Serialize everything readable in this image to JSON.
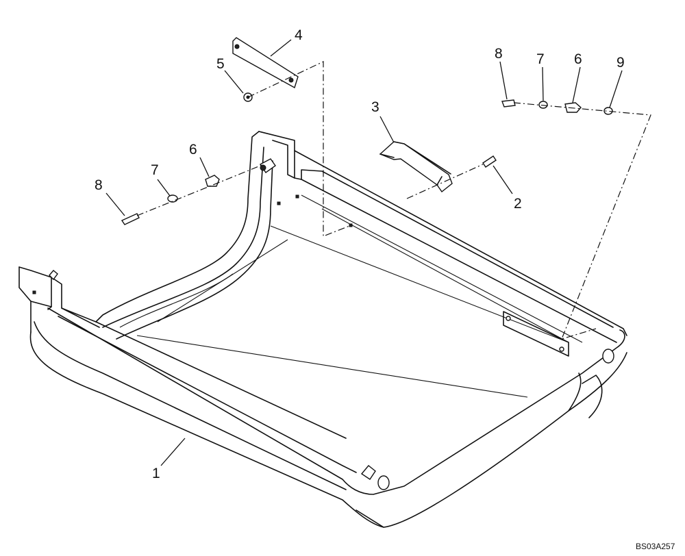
{
  "drawing": {
    "callouts": [
      "1",
      "2",
      "3",
      "4",
      "5",
      "6",
      "7",
      "8",
      "7",
      "6",
      "8",
      "9"
    ],
    "drawing_code": "BS03A257"
  }
}
